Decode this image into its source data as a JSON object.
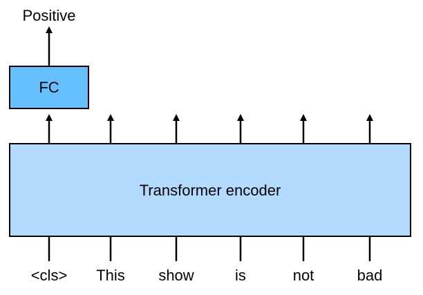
{
  "diagram": {
    "output_label": "Positive",
    "fc_label": "FC",
    "encoder_label": "Transformer encoder",
    "tokens": [
      "<cls>",
      "This",
      "show",
      "is",
      "not",
      "bad"
    ],
    "colors": {
      "fc_fill": "#66bfff",
      "encoder_fill": "#b3dbff",
      "stroke": "#000000"
    }
  }
}
